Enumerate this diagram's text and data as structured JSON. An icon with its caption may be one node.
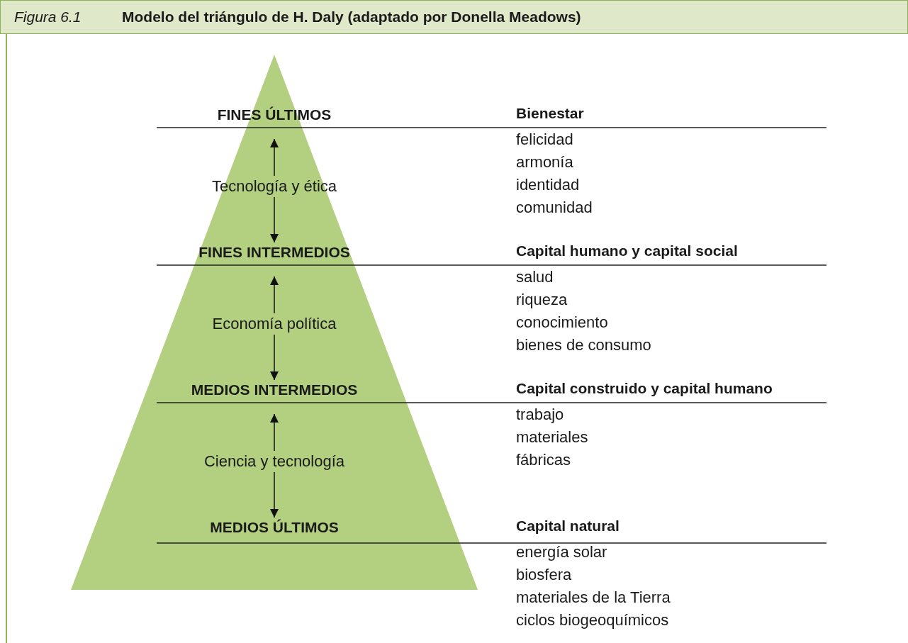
{
  "diagram": {
    "title": "Modelo del triángulo de H. Daly (adaptado por Donella Meadows)",
    "nodes": [
      {
        "text": [
          "FINES ÚLTIMOS"
        ]
      },
      {
        "text": [
          "Tecnología y ética"
        ]
      },
      {
        "text": [
          "FINES INTERMEDIOS"
        ]
      },
      {
        "text": [
          "Economía política"
        ]
      },
      {
        "text": [
          "MEDIOS INTERMEDIOS"
        ]
      },
      {
        "text": [
          "Ciencia y tecnología"
        ]
      },
      {
        "text": [
          "MEDIOS ÚLTIMOS"
        ]
      }
    ],
    "edges": [
      {
        "from": 1,
        "to": 0,
        "arrow": "to"
      },
      {
        "from": 1,
        "to": 2,
        "arrow": "to"
      },
      {
        "from": 3,
        "to": 2,
        "arrow": "to"
      },
      {
        "from": 3,
        "to": 4,
        "arrow": "to"
      },
      {
        "from": 5,
        "to": 4,
        "arrow": "to"
      },
      {
        "from": 5,
        "to": 6,
        "arrow": "to"
      }
    ],
    "labels": [
      "Figura 6.1",
      "Bienestar",
      "felicidad",
      "armonía",
      "identidad",
      "comunidad",
      "Capital humano y capital social",
      "salud",
      "riqueza",
      "conocimiento",
      "bienes de consumo",
      "Capital construido y capital humano",
      "trabajo",
      "materiales",
      "fábricas",
      "Capital natural",
      "energía solar",
      "biosfera",
      "materiales de la Tierra",
      "ciclos biogeoquímicos"
    ]
  }
}
